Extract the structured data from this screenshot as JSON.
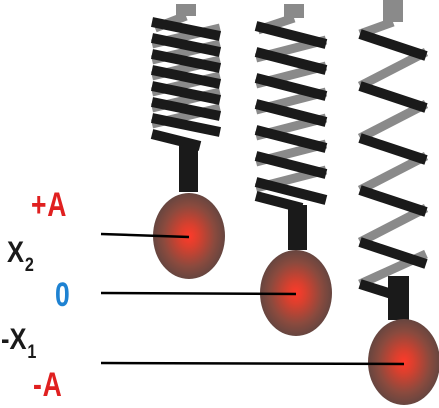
{
  "labels": {
    "plus_a": "+A",
    "x2": "X",
    "x2_sub": "2",
    "zero": "0",
    "neg_x1": "-X",
    "neg_x1_sub": "1",
    "minus_a": "-A"
  },
  "colors": {
    "plus_a": "#e02020",
    "zero": "#1e82d2",
    "minus_a": "#e02020",
    "x_labels": "#1a1a1a",
    "coil_front": "#1a1a1a",
    "coil_back": "#8a8a8a",
    "mass_center": "#ff3a2a",
    "mass_edge": "#5a4440"
  },
  "springs": [
    {
      "name": "spring-left"
    },
    {
      "name": "spring-middle"
    },
    {
      "name": "spring-right"
    }
  ]
}
